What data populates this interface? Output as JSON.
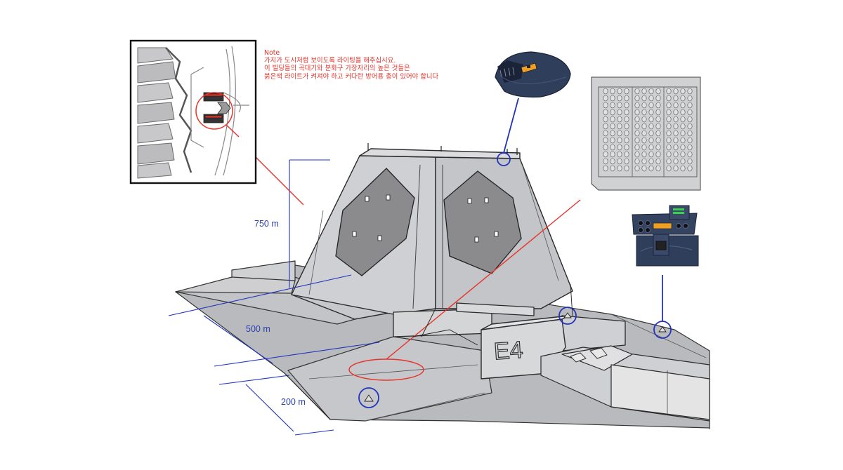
{
  "note": {
    "title": "Note",
    "lines": [
      "가지가 도시처럼 보이도록 라이팅을 해주십시요.",
      "이 빌딩들의 곡대기와 분화구 가장자리의 높은 것들은",
      "붉은색 라이트가 켜져야 하고 커다란 방어용 총이 있어야 합니다"
    ]
  },
  "dimensions": {
    "height": "750 m",
    "width": "500 m",
    "depth": "200 m"
  },
  "marking": "E4",
  "colors": {
    "annotation_red": "#e8332a",
    "annotation_blue": "#2233bb",
    "structure_grey": "#c9c9cb",
    "panel_grey": "#8a8a8c",
    "turret_navy": "#2f3e5a",
    "warning_orange": "#f0a020",
    "indicator_green": "#38d24a"
  }
}
